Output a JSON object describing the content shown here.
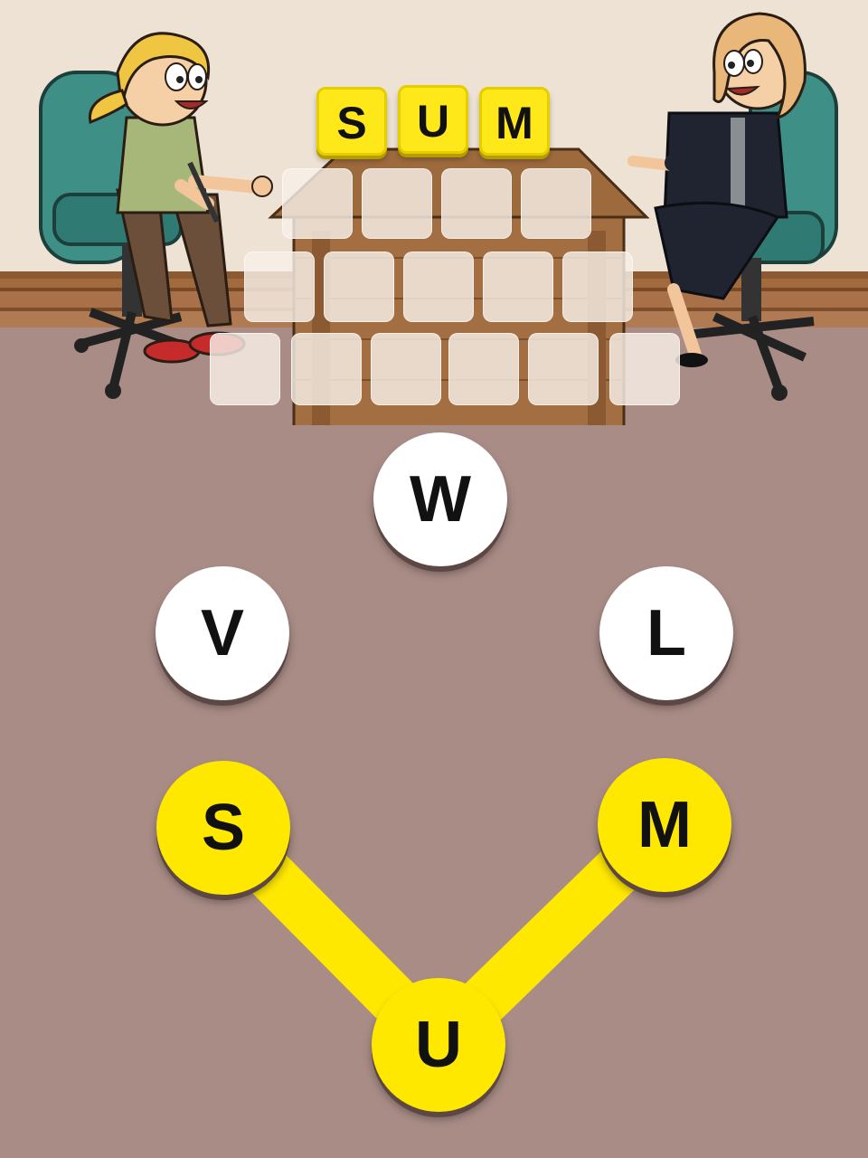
{
  "answer": {
    "letters": [
      "S",
      "U",
      "M"
    ]
  },
  "wheel": {
    "letters": [
      "W",
      "V",
      "L",
      "S",
      "M",
      "U"
    ],
    "selected": [
      "S",
      "U",
      "M"
    ],
    "highlight_color": "#ffe800"
  },
  "colors": {
    "background": "#a98c86",
    "wall": "#ede2d3",
    "tile_yellow": "#ffe81a"
  }
}
